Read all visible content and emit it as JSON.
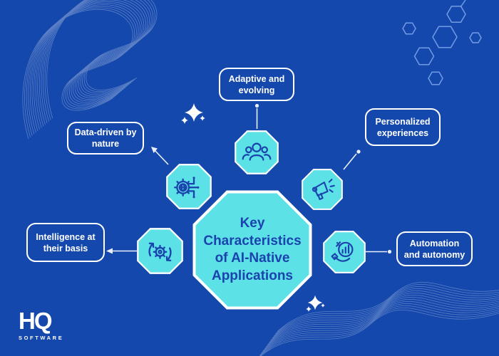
{
  "center": {
    "title": "Key Characteristics of AI-Native Applications",
    "title_lines": [
      "Key",
      "Characteristics",
      "of AI-Native",
      "Applications"
    ]
  },
  "nodes": [
    {
      "id": "adaptive",
      "label": "Adaptive and evolving",
      "icon": "people-group-icon"
    },
    {
      "id": "data_driven",
      "label": "Data-driven by nature",
      "icon": "gear-network-icon"
    },
    {
      "id": "personalized",
      "label": "Personalized experiences",
      "icon": "megaphone-icon"
    },
    {
      "id": "intelligence",
      "label": "Intelligence at their basis",
      "icon": "gear-refresh-icon"
    },
    {
      "id": "automation",
      "label": "Automation and autonomy",
      "icon": "hand-growth-chart-icon"
    }
  ],
  "logo": {
    "title": "HQ",
    "subtitle": "SOFTWARE"
  },
  "colors": {
    "background": "#1448AD",
    "octagon_fill": "#5CE1E6",
    "octagon_border": "#FFFFFF",
    "dark_blue_text": "#1A43AE",
    "label_text": "#FFFFFF",
    "hexagon_outline": "#7DA5EC",
    "wave_lines": "#FFFFFF"
  }
}
